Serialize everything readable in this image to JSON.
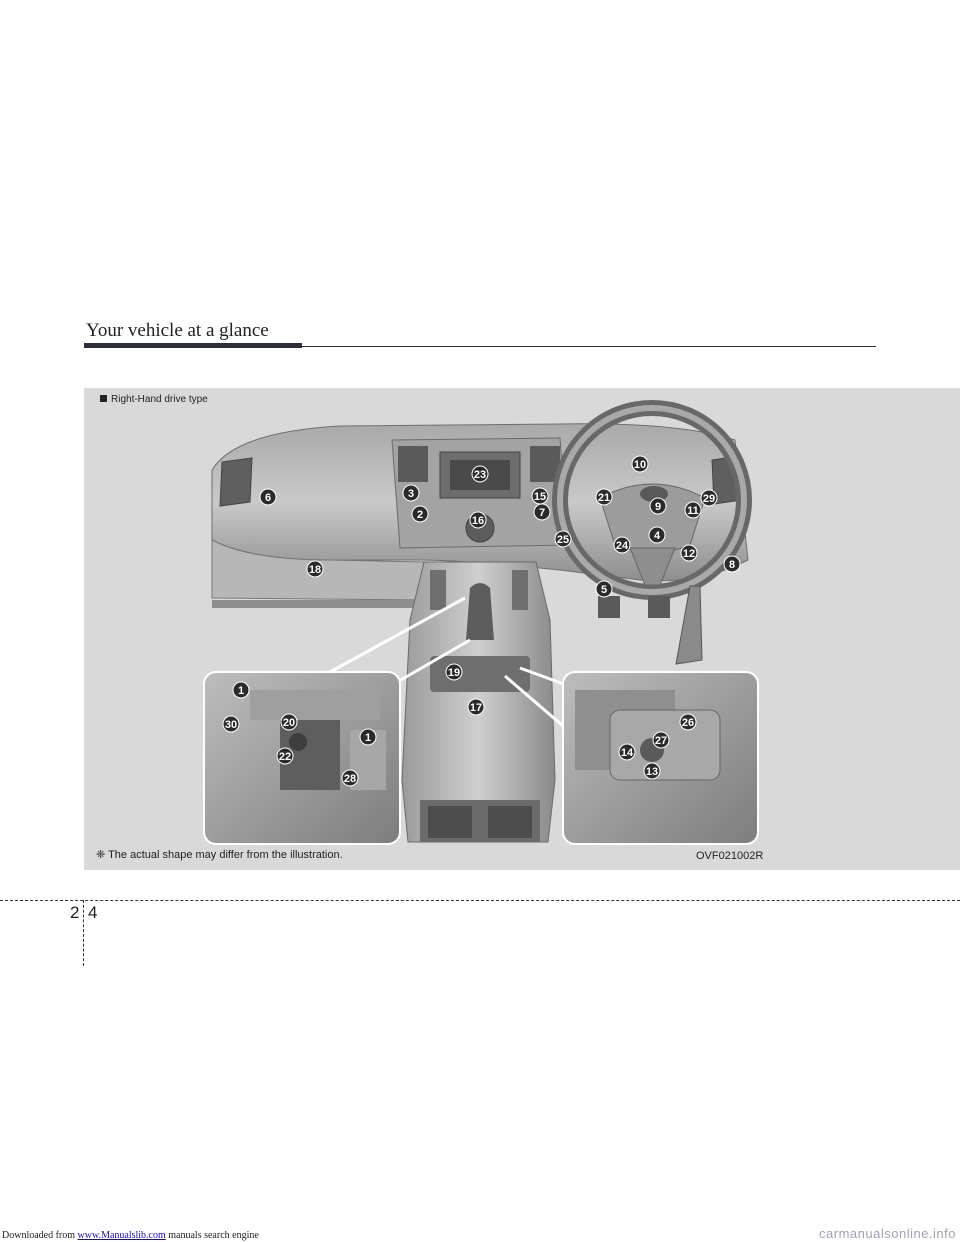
{
  "download_header": {
    "prefix": "Downloaded from ",
    "link_text": "www.Manualslib.com",
    "suffix": " manuals search engine"
  },
  "section_title": "Your vehicle at a glance",
  "figure": {
    "variant_label": "Right-Hand drive type",
    "note": "❈ The actual shape may differ from the illustration.",
    "code": "OVF021002R",
    "callouts": [
      "1",
      "30",
      "20",
      "22",
      "1",
      "28",
      "23",
      "3",
      "2",
      "16",
      "15",
      "7",
      "25",
      "6",
      "18",
      "19",
      "17",
      "10",
      "21",
      "9",
      "29",
      "4",
      "11",
      "24",
      "12",
      "8",
      "5",
      "26",
      "27",
      "14",
      "13"
    ]
  },
  "page": {
    "chapter": "2",
    "number": "4"
  },
  "watermark": "carmanualsonline.info"
}
